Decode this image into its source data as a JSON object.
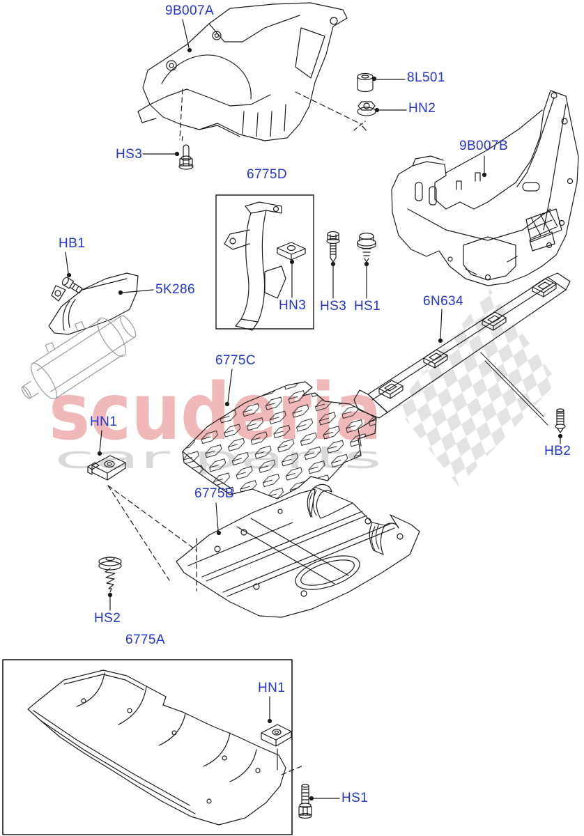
{
  "diagram": {
    "type": "exploded-parts-diagram",
    "accent_color": "#2135CE",
    "line_color": "#1a1a1a",
    "motor_line_color": "#9a9a9a"
  },
  "watermark": {
    "title": "scuderia",
    "subtitle": "car parts",
    "title_color": "#e57f7f",
    "subtitle_color": "#d9d9d9",
    "flag_color": "#e3e3e3"
  },
  "labels": {
    "p9b007a": "9B007A",
    "p8l501": "8L501",
    "hn2": "HN2",
    "p9b007b": "9B007B",
    "hs3_top": "HS3",
    "p6775d": "6775D",
    "hb1": "HB1",
    "p5k286": "5K286",
    "hn3": "HN3",
    "hs3_mid": "HS3",
    "hs1_mid": "HS1",
    "p6n634": "6N634",
    "p6775c": "6775C",
    "hn1_mid": "HN1",
    "hb2": "HB2",
    "p6775b": "6775B",
    "hs2": "HS2",
    "p6775a": "6775A",
    "hn1_bottom": "HN1",
    "hs1_bottom": "HS1"
  }
}
